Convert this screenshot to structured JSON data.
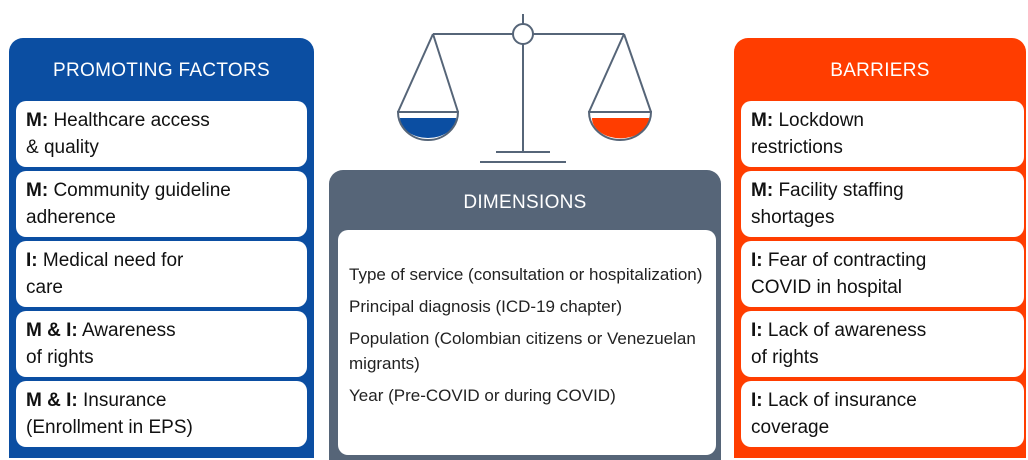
{
  "promoting": {
    "title": "PROMOTING FACTORS",
    "color": "#0b4ea2",
    "items": [
      {
        "prefix": "M:",
        "text": "Healthcare access\n& quality"
      },
      {
        "prefix": "M:",
        "text": "Community guideline\nadherence"
      },
      {
        "prefix": "I:",
        "text": "Medical need for\ncare"
      },
      {
        "prefix": "M & I:",
        "text": "Awareness\nof rights"
      },
      {
        "prefix": "M & I:",
        "text": "Insurance\n(Enrollment in EPS)"
      }
    ]
  },
  "barriers": {
    "title": "BARRIERS",
    "color": "#ff3d00",
    "items": [
      {
        "prefix": "M:",
        "text": "Lockdown\nrestrictions"
      },
      {
        "prefix": "M:",
        "text": "Facility staffing\nshortages"
      },
      {
        "prefix": "I:",
        "text": "Fear of contracting\nCOVID in hospital"
      },
      {
        "prefix": "I:",
        "text": "Lack of awareness\nof rights"
      },
      {
        "prefix": "I:",
        "text": "Lack of insurance\ncoverage"
      }
    ]
  },
  "dimensions": {
    "title": "DIMENSIONS",
    "color": "#566578",
    "items": [
      "Type of service (consultation or hospitalization)",
      "Principal diagnosis (ICD-19 chapter)",
      "Population (Colombian citizens or Venezuelan migrants)",
      "Year (Pre-COVID or during COVID)"
    ]
  },
  "scale": {
    "icon": "balance-scale-icon",
    "left_pan_color": "#0b4ea2",
    "right_pan_color": "#ff3d00",
    "stroke_color": "#566578"
  }
}
